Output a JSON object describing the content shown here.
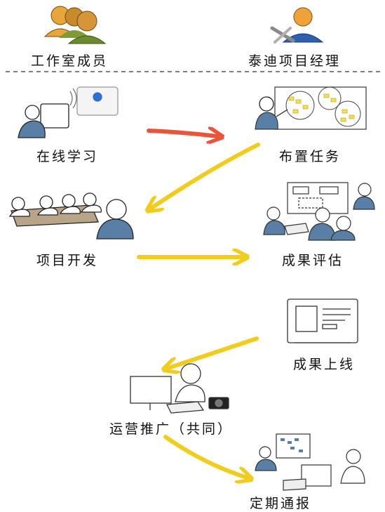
{
  "header": {
    "left_role": "工作室成员",
    "right_role": "泰迪项目经理"
  },
  "steps": {
    "online_learning": "在线学习",
    "assign_tasks": "布置任务",
    "project_dev": "项目开发",
    "result_review": "成果评估",
    "result_launch": "成果上线",
    "operations": "运营推广（共同）",
    "regular_report": "定期通报"
  },
  "colors": {
    "red_arrow": "#e8553a",
    "yellow_arrow": "#f0cc1e",
    "person_blue": "#5a7fa6",
    "member_orange": "#e8a63a",
    "member_green": "#6c8a2e",
    "sticky_note": "#f5df5a"
  }
}
